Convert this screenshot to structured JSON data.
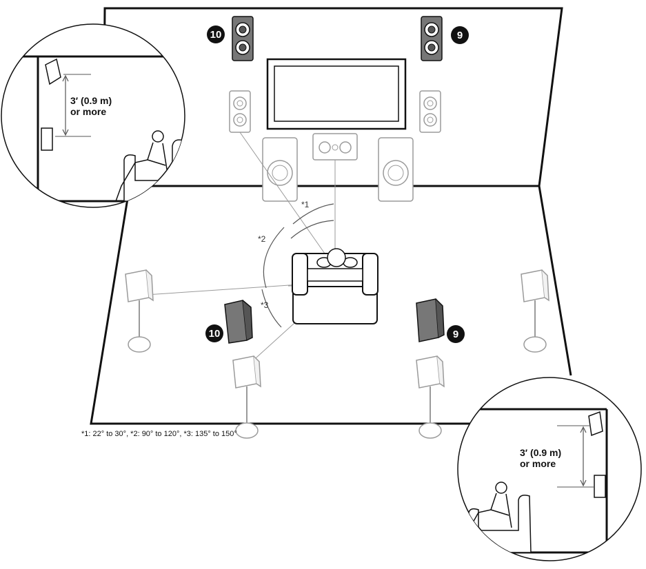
{
  "badges": {
    "left": "10",
    "right": "9"
  },
  "angle_marks": {
    "m1": "*1",
    "m2": "*2",
    "m3": "*3"
  },
  "height_note": {
    "line1": "3′ (0.9 m)",
    "line2": "or more"
  },
  "footnote": "*1: 22° to 30°, *2: 90° to 120°, *3: 135° to 150°",
  "colors": {
    "line": "#111111",
    "speaker_highlight": "#777777",
    "speaker_outline": "#9a9a9a",
    "badge": "#111111"
  }
}
